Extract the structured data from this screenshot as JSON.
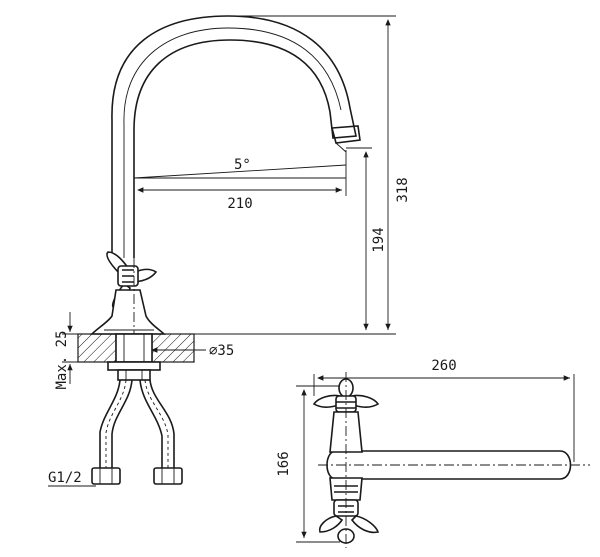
{
  "dimensions": {
    "total_height": "318",
    "spout_height": "194",
    "spout_reach": "210",
    "spout_angle": "5°",
    "mount_hole": "∅35",
    "max_thickness": "Max. 25",
    "connection": "G1/2",
    "top_view_length": "260",
    "top_view_width": "166"
  }
}
